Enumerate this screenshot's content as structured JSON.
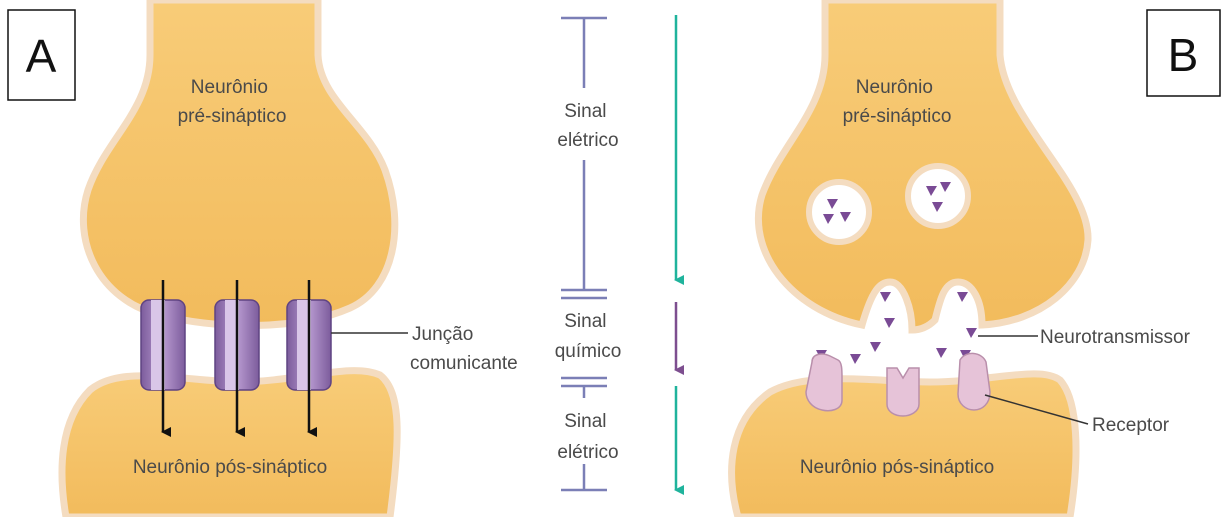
{
  "panels": {
    "a": {
      "label": "A",
      "pre_neuron": [
        "Neurônio",
        "pré-sináptico"
      ],
      "post_neuron": "Neurônio pós-sináptico",
      "gap_junction": [
        "Junção",
        "comunicante"
      ]
    },
    "b": {
      "label": "B",
      "pre_neuron": [
        "Neurônio",
        "pré-sináptico"
      ],
      "post_neuron": "Neurônio pós-sináptico",
      "neurotransmitter": "Neurotransmissor",
      "receptor": "Receptor"
    }
  },
  "signals": {
    "electric_top": [
      "Sinal",
      "elétrico"
    ],
    "chemical": [
      "Sinal",
      "químico"
    ],
    "electric_bottom": [
      "Sinal",
      "elétrico"
    ]
  },
  "colors": {
    "neuron_fill": "#f6c46a",
    "neuron_outline": "#f4dcc0",
    "channel": "#9a78b6",
    "vesicle_dot": "#7a4b95",
    "receptor": "#e6c3d8",
    "scale_bar": "#7b7fb6",
    "teal_arrow": "#1fb39c",
    "purple_arrow": "#7d4e8f"
  },
  "icons": [
    "down-arrow-icon",
    "triangle-icon"
  ]
}
